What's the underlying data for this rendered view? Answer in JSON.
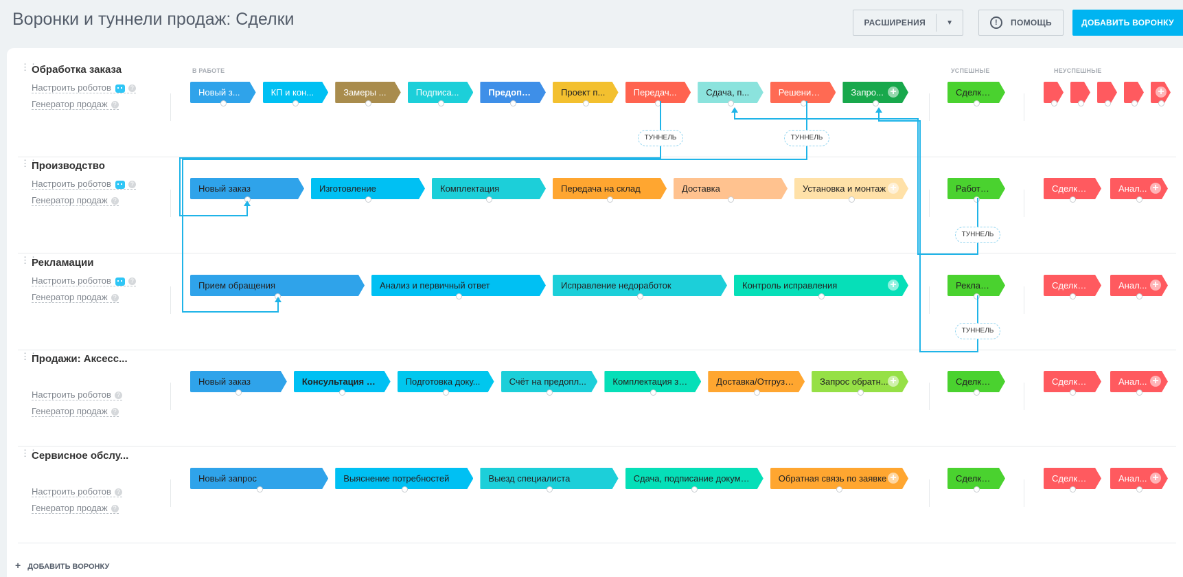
{
  "header": {
    "title": "Воронки и туннели продаж: Сделки",
    "extensions_label": "РАСШИРЕНИЯ",
    "help_label": "ПОМОЩЬ",
    "add_funnel_label": "ДОБАВИТЬ ВОРОНКУ"
  },
  "sections": {
    "in_work": "В РАБОТЕ",
    "success": "УСПЕШНЫЕ",
    "fail": "НЕУСПЕШНЫЕ"
  },
  "robots_label": "Настроить роботов",
  "generator_label": "Генератор продаж",
  "tunnel_label": "ТУННЕЛЬ",
  "funnels": [
    {
      "name": "Обработка заказа",
      "stages": [
        {
          "label": "Новый з...",
          "color": "#2fa3ea"
        },
        {
          "label": "КП и кон...",
          "color": "#00c0f3"
        },
        {
          "label": "Замеры ...",
          "color": "#a98c4d"
        },
        {
          "label": "Подписа...",
          "color": "#1ccfd9"
        },
        {
          "label": "Предопл...",
          "color": "#3e8fe8"
        },
        {
          "label": "Проект п...",
          "color": "#f3c02f"
        },
        {
          "label": "Передач...",
          "color": "#ff634f"
        },
        {
          "label": "Сдача, п...",
          "color": "#8be3dd"
        },
        {
          "label": "Решение ...",
          "color": "#ff6a53"
        },
        {
          "label": "Запро...",
          "color": "#18a84c"
        }
      ],
      "success": [
        "Сделка ..."
      ],
      "fail": [
        "",
        "",
        "",
        "",
        ""
      ]
    },
    {
      "name": "Производство",
      "stages": [
        {
          "label": "Новый заказ",
          "color": "#2fa3ea"
        },
        {
          "label": "Изготовление",
          "color": "#00c0f3"
        },
        {
          "label": "Комплектация",
          "color": "#1ccfd9"
        },
        {
          "label": "Передача на склад",
          "color": "#ffa630"
        },
        {
          "label": "Доставка",
          "color": "#ffc28f"
        },
        {
          "label": "Установка и монтаж",
          "color": "#ffe1a8"
        }
      ],
      "success": [
        "Работы ..."
      ],
      "fail": [
        "Сделка ...",
        "Анал..."
      ]
    },
    {
      "name": "Рекламации",
      "stages": [
        {
          "label": "Прием обращения",
          "color": "#2fa3ea"
        },
        {
          "label": "Анализ и первичный ответ",
          "color": "#00c0f3"
        },
        {
          "label": "Исправление недоработок",
          "color": "#1ccfd9"
        },
        {
          "label": "Контроль исправления",
          "color": "#06dfb8"
        }
      ],
      "success": [
        "Реклама..."
      ],
      "fail": [
        "Сделка ...",
        "Анал..."
      ]
    },
    {
      "name": "Продажи: Аксесс...",
      "stages": [
        {
          "label": "Новый заказ",
          "color": "#2fa3ea"
        },
        {
          "label": "Консультация по ...",
          "color": "#00c0f3"
        },
        {
          "label": "Подготовка доку...",
          "color": "#00c7ee"
        },
        {
          "label": "Счёт на предопл...",
          "color": "#1ccfd9"
        },
        {
          "label": "Комплектация за...",
          "color": "#06dfb8"
        },
        {
          "label": "Доставка/Отгрузка",
          "color": "#ffa630"
        },
        {
          "label": "Запрос обратн...",
          "color": "#96e046"
        }
      ],
      "success": [
        "Сделка ..."
      ],
      "fail": [
        "Сделка ...",
        "Анал..."
      ]
    },
    {
      "name": "Сервисное обслу...",
      "stages": [
        {
          "label": "Новый запрос",
          "color": "#2fa3ea"
        },
        {
          "label": "Выяснение потребностей",
          "color": "#00c0f3"
        },
        {
          "label": "Выезд специалиста",
          "color": "#1ccfd9"
        },
        {
          "label": "Сдача, подписание докуме...",
          "color": "#06dfb8"
        },
        {
          "label": "Обратная связь по заявке",
          "color": "#ffa630"
        }
      ],
      "success": [
        "Сделка ..."
      ],
      "fail": [
        "Сделка ...",
        "Анал..."
      ]
    }
  ],
  "colors": {
    "accent": "#00b4f1",
    "success": "#4ad22f",
    "fail": "#ff5a5f",
    "tunnel_line": "#1fb4e8"
  },
  "footer": {
    "add_funnel_label": "ДОБАВИТЬ ВОРОНКУ"
  }
}
